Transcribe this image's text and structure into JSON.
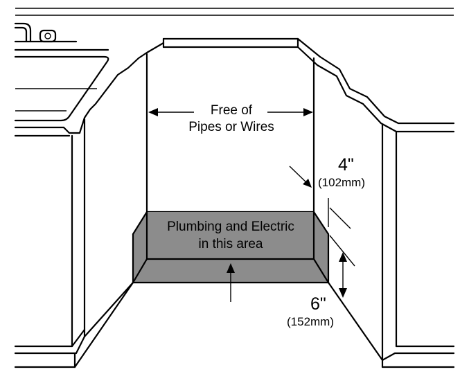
{
  "labels": {
    "free_line1": "Free of",
    "free_line2": "Pipes or Wires",
    "plumbing_line1": "Plumbing and Electric",
    "plumbing_line2": "in this area",
    "dim_top": "4\"",
    "dim_top_mm": "(102mm)",
    "dim_bottom": "6\"",
    "dim_bottom_mm": "(152mm)"
  },
  "colors": {
    "line": "#000000",
    "shaded_area": "#8c8c8c",
    "background": "#ffffff"
  }
}
